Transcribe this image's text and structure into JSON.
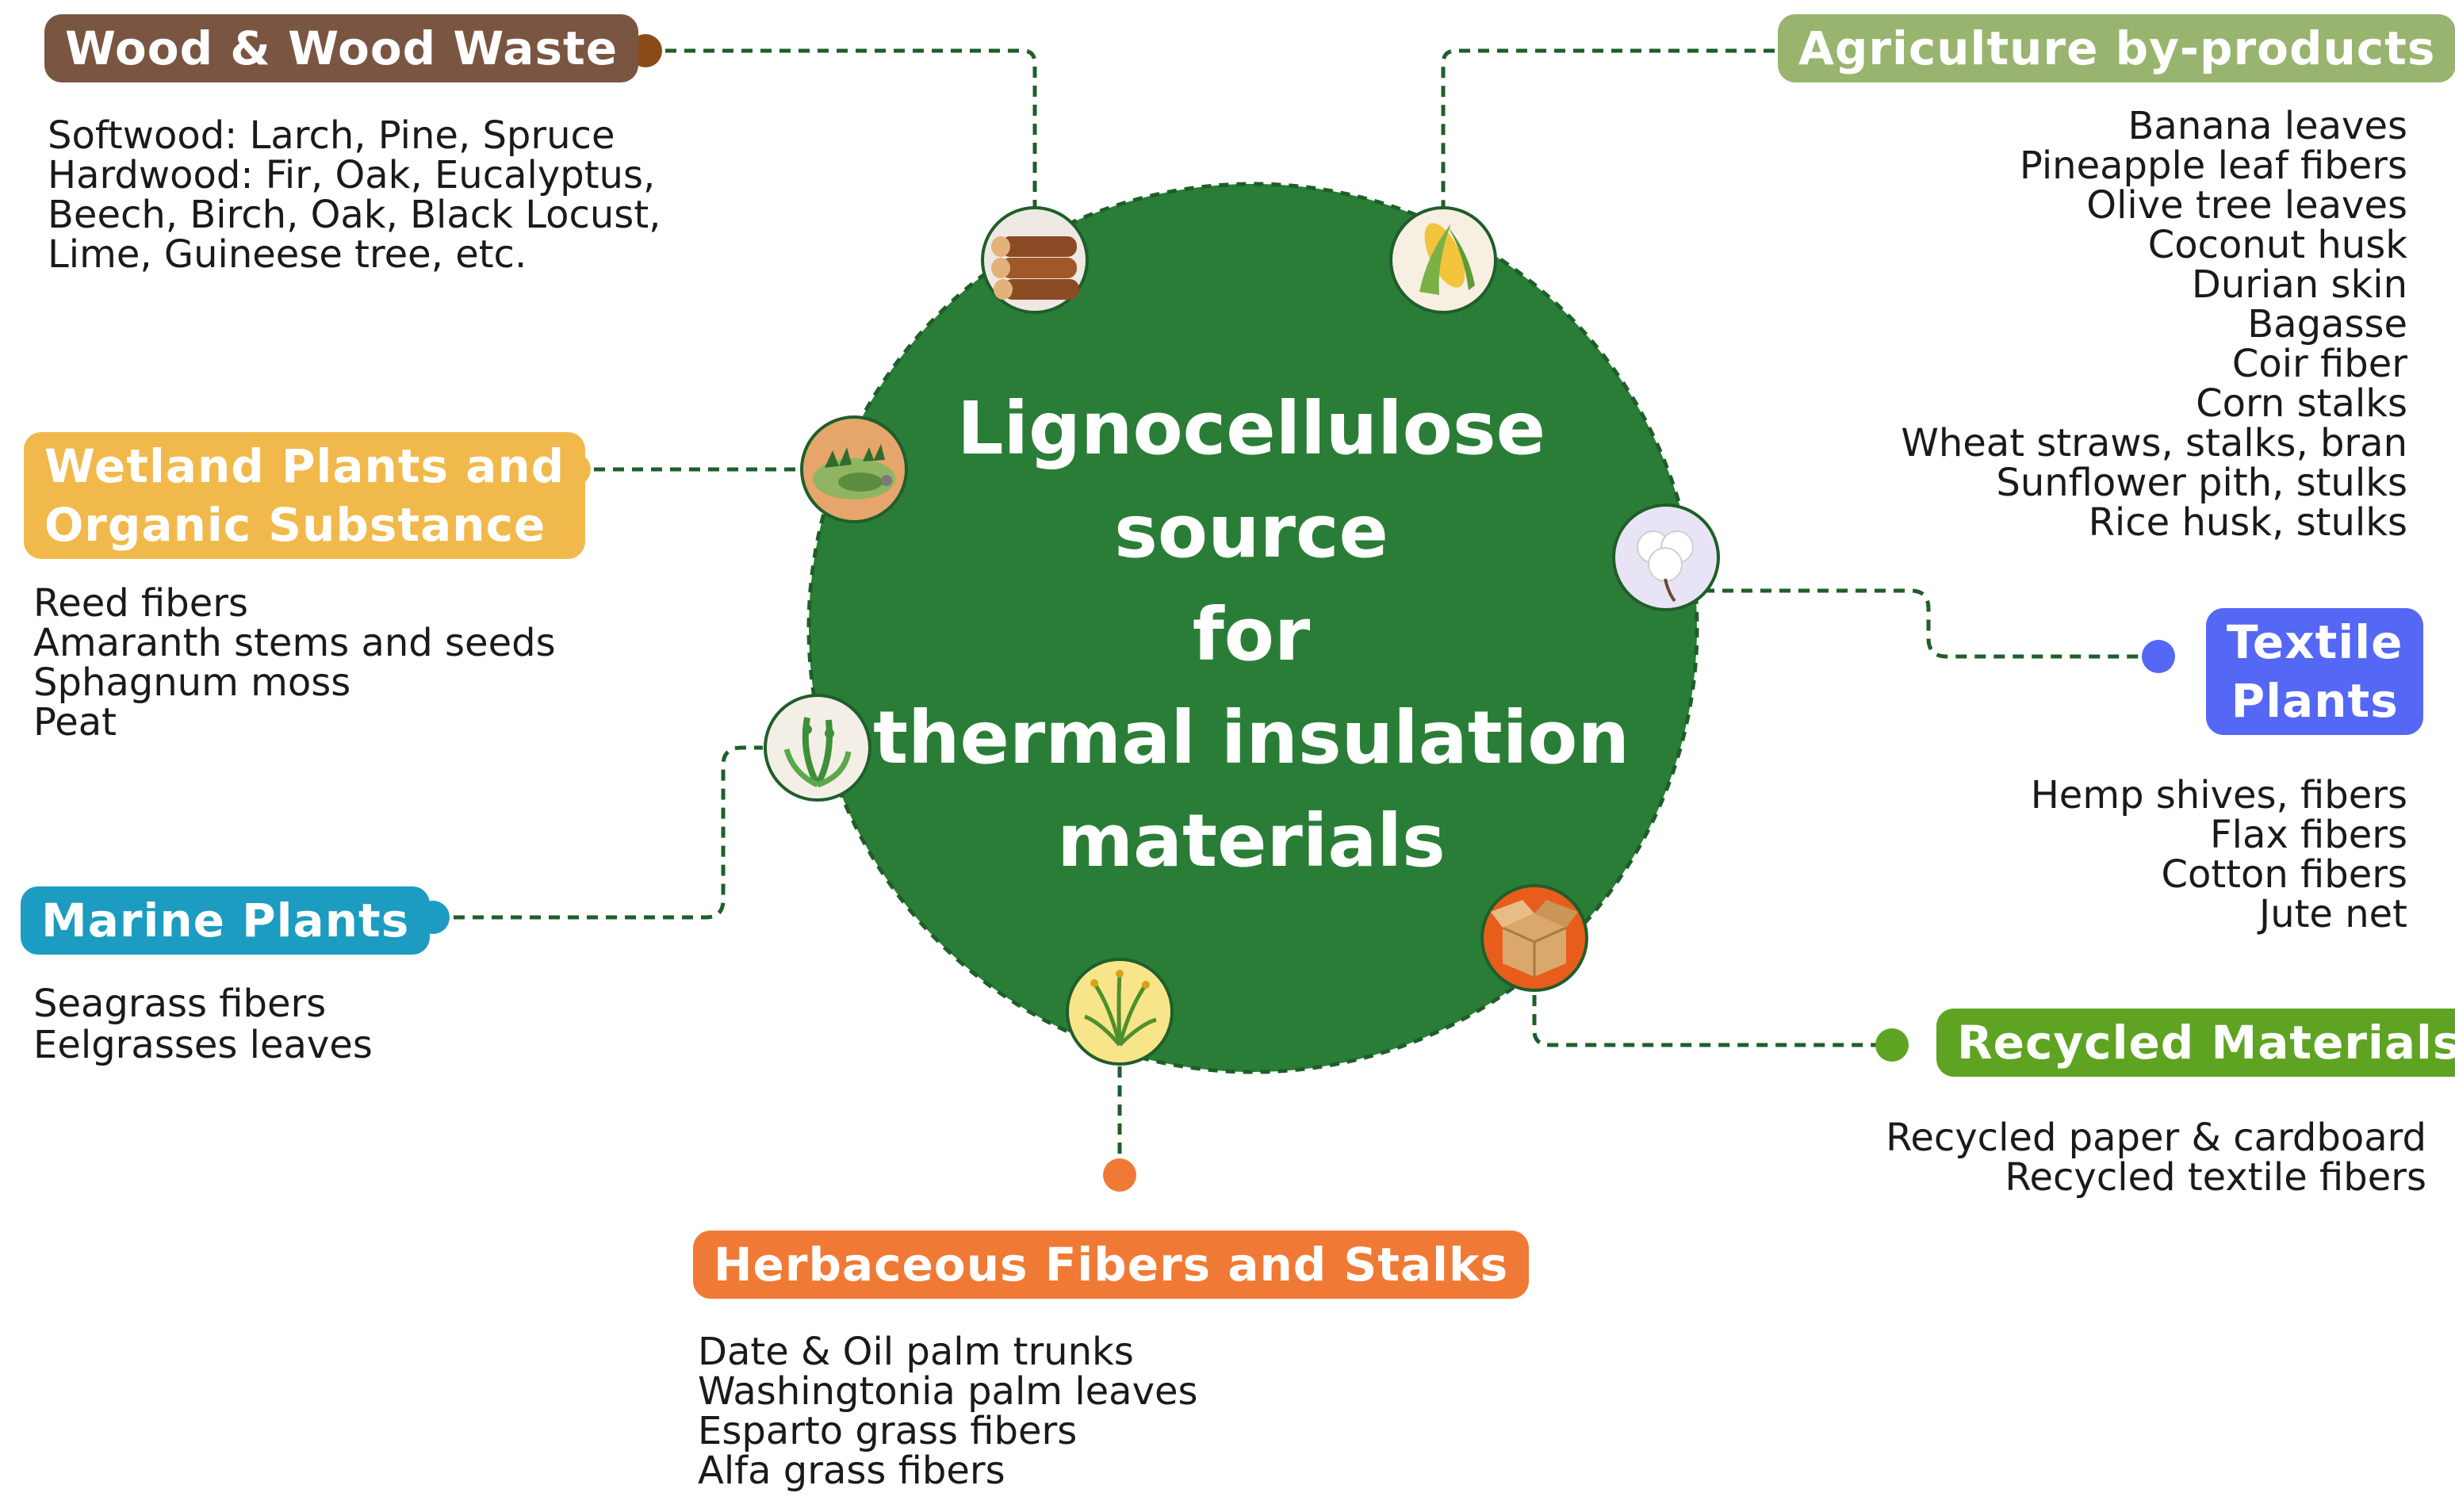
{
  "center": {
    "lines": [
      "Lignocellulose",
      "source",
      "for",
      "thermal insulation",
      "materials"
    ],
    "circle_color": "#2a7d37"
  },
  "categories": {
    "wood": {
      "label": "Wood & Wood Waste",
      "color": "#7a5541",
      "dot_color": "#8b4b18",
      "icon": "logs-icon",
      "items": [
        "Softwood: Larch, Pine, Spruce",
        "Hardwood: Fir, Oak, Eucalyptus,",
        "Beech, Birch, Oak, Black Locust,",
        "Lime, Guineese tree, etc."
      ]
    },
    "agriculture": {
      "label": "Agriculture by-products",
      "color": "#98b46f",
      "dot_color": "#98b46f",
      "icon": "corn-icon",
      "items": [
        "Banana leaves",
        "Pineapple leaf fibers",
        "Olive tree leaves",
        "Coconut husk",
        "Durian skin",
        "Bagasse",
        "Coir fiber",
        "Corn stalks",
        "Wheat straws, stalks, bran",
        "Sunflower pith, stulks",
        "Rice husk, stulks"
      ]
    },
    "wetland": {
      "label_lines": [
        "Wetland Plants and",
        "Organic Substance"
      ],
      "color": "#f1b94c",
      "dot_color": "#f1b94c",
      "icon": "wetland-icon",
      "items": [
        "Reed fibers",
        "Amaranth stems and seeds",
        "Sphagnum moss",
        "Peat"
      ]
    },
    "textile": {
      "label_lines": [
        "Textile",
        "Plants"
      ],
      "color": "#5567f5",
      "dot_color": "#5567f5",
      "icon": "cotton-icon",
      "items": [
        "Hemp shives, fibers",
        "Flax fibers",
        "Cotton fibers",
        "Jute net"
      ]
    },
    "marine": {
      "label": "Marine Plants",
      "color": "#1c9cc0",
      "dot_color": "#1c9cc0",
      "icon": "seaweed-icon",
      "items": [
        "Seagrass fibers",
        "Eelgrasses leaves"
      ]
    },
    "recycled": {
      "label": "Recycled Materials",
      "color": "#5ea322",
      "dot_color": "#5ea322",
      "icon": "box-icon",
      "items": [
        "Recycled paper & cardboard",
        "Recycled textile fibers"
      ]
    },
    "herbaceous": {
      "label": "Herbaceous Fibers and Stalks",
      "color": "#f07a35",
      "dot_color": "#f07a35",
      "icon": "grass-icon",
      "items": [
        "Date & Oil palm trunks",
        "Washingtonia palm leaves",
        "Esparto grass fibers",
        "Alfa grass fibers"
      ]
    }
  }
}
